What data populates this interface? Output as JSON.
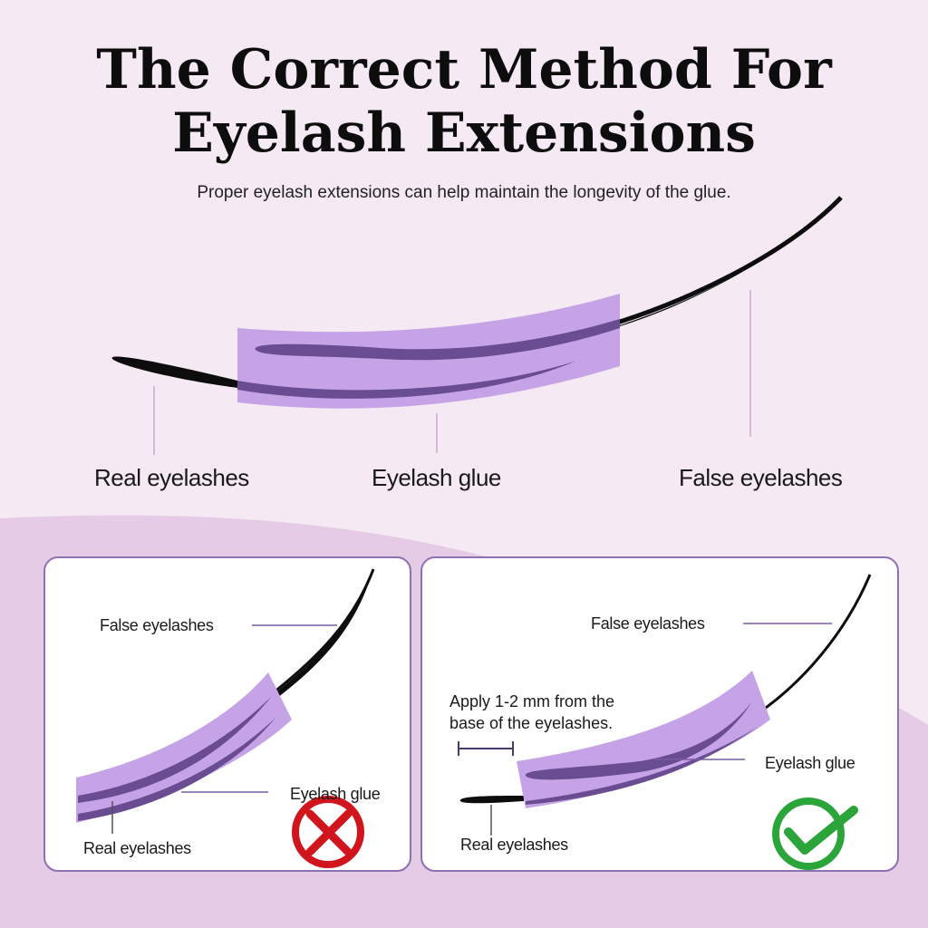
{
  "title_line1": "The Correct Method For",
  "title_line2": "Eyelash Extensions",
  "subtitle": "Proper eyelash extensions can help maintain the longevity of the glue.",
  "main_diagram": {
    "real_label": "Real eyelashes",
    "glue_label": "Eyelash glue",
    "false_label": "False eyelashes"
  },
  "wrong_panel": {
    "false_label": "False eyelashes",
    "glue_label": "Eyelash glue",
    "real_label": "Real eyelashes",
    "mark_icon": "cross-mark-icon",
    "mark_color": "#d0151c"
  },
  "right_panel": {
    "false_label": "False eyelashes",
    "note_line1": "Apply 1-2 mm from the",
    "note_line2": "base of the eyelashes.",
    "glue_label": "Eyelash glue",
    "real_label": "Real eyelashes",
    "mark_icon": "check-mark-icon",
    "mark_color": "#2ba53a"
  },
  "colors": {
    "background": "#f5e9f3",
    "lower_band": "#e5cbe6",
    "glue_band": "#c6a2e6",
    "lash_dark": "#0d0d0d",
    "lash_in_glue": "#6a4c93",
    "panel_border": "#8d71b5"
  }
}
